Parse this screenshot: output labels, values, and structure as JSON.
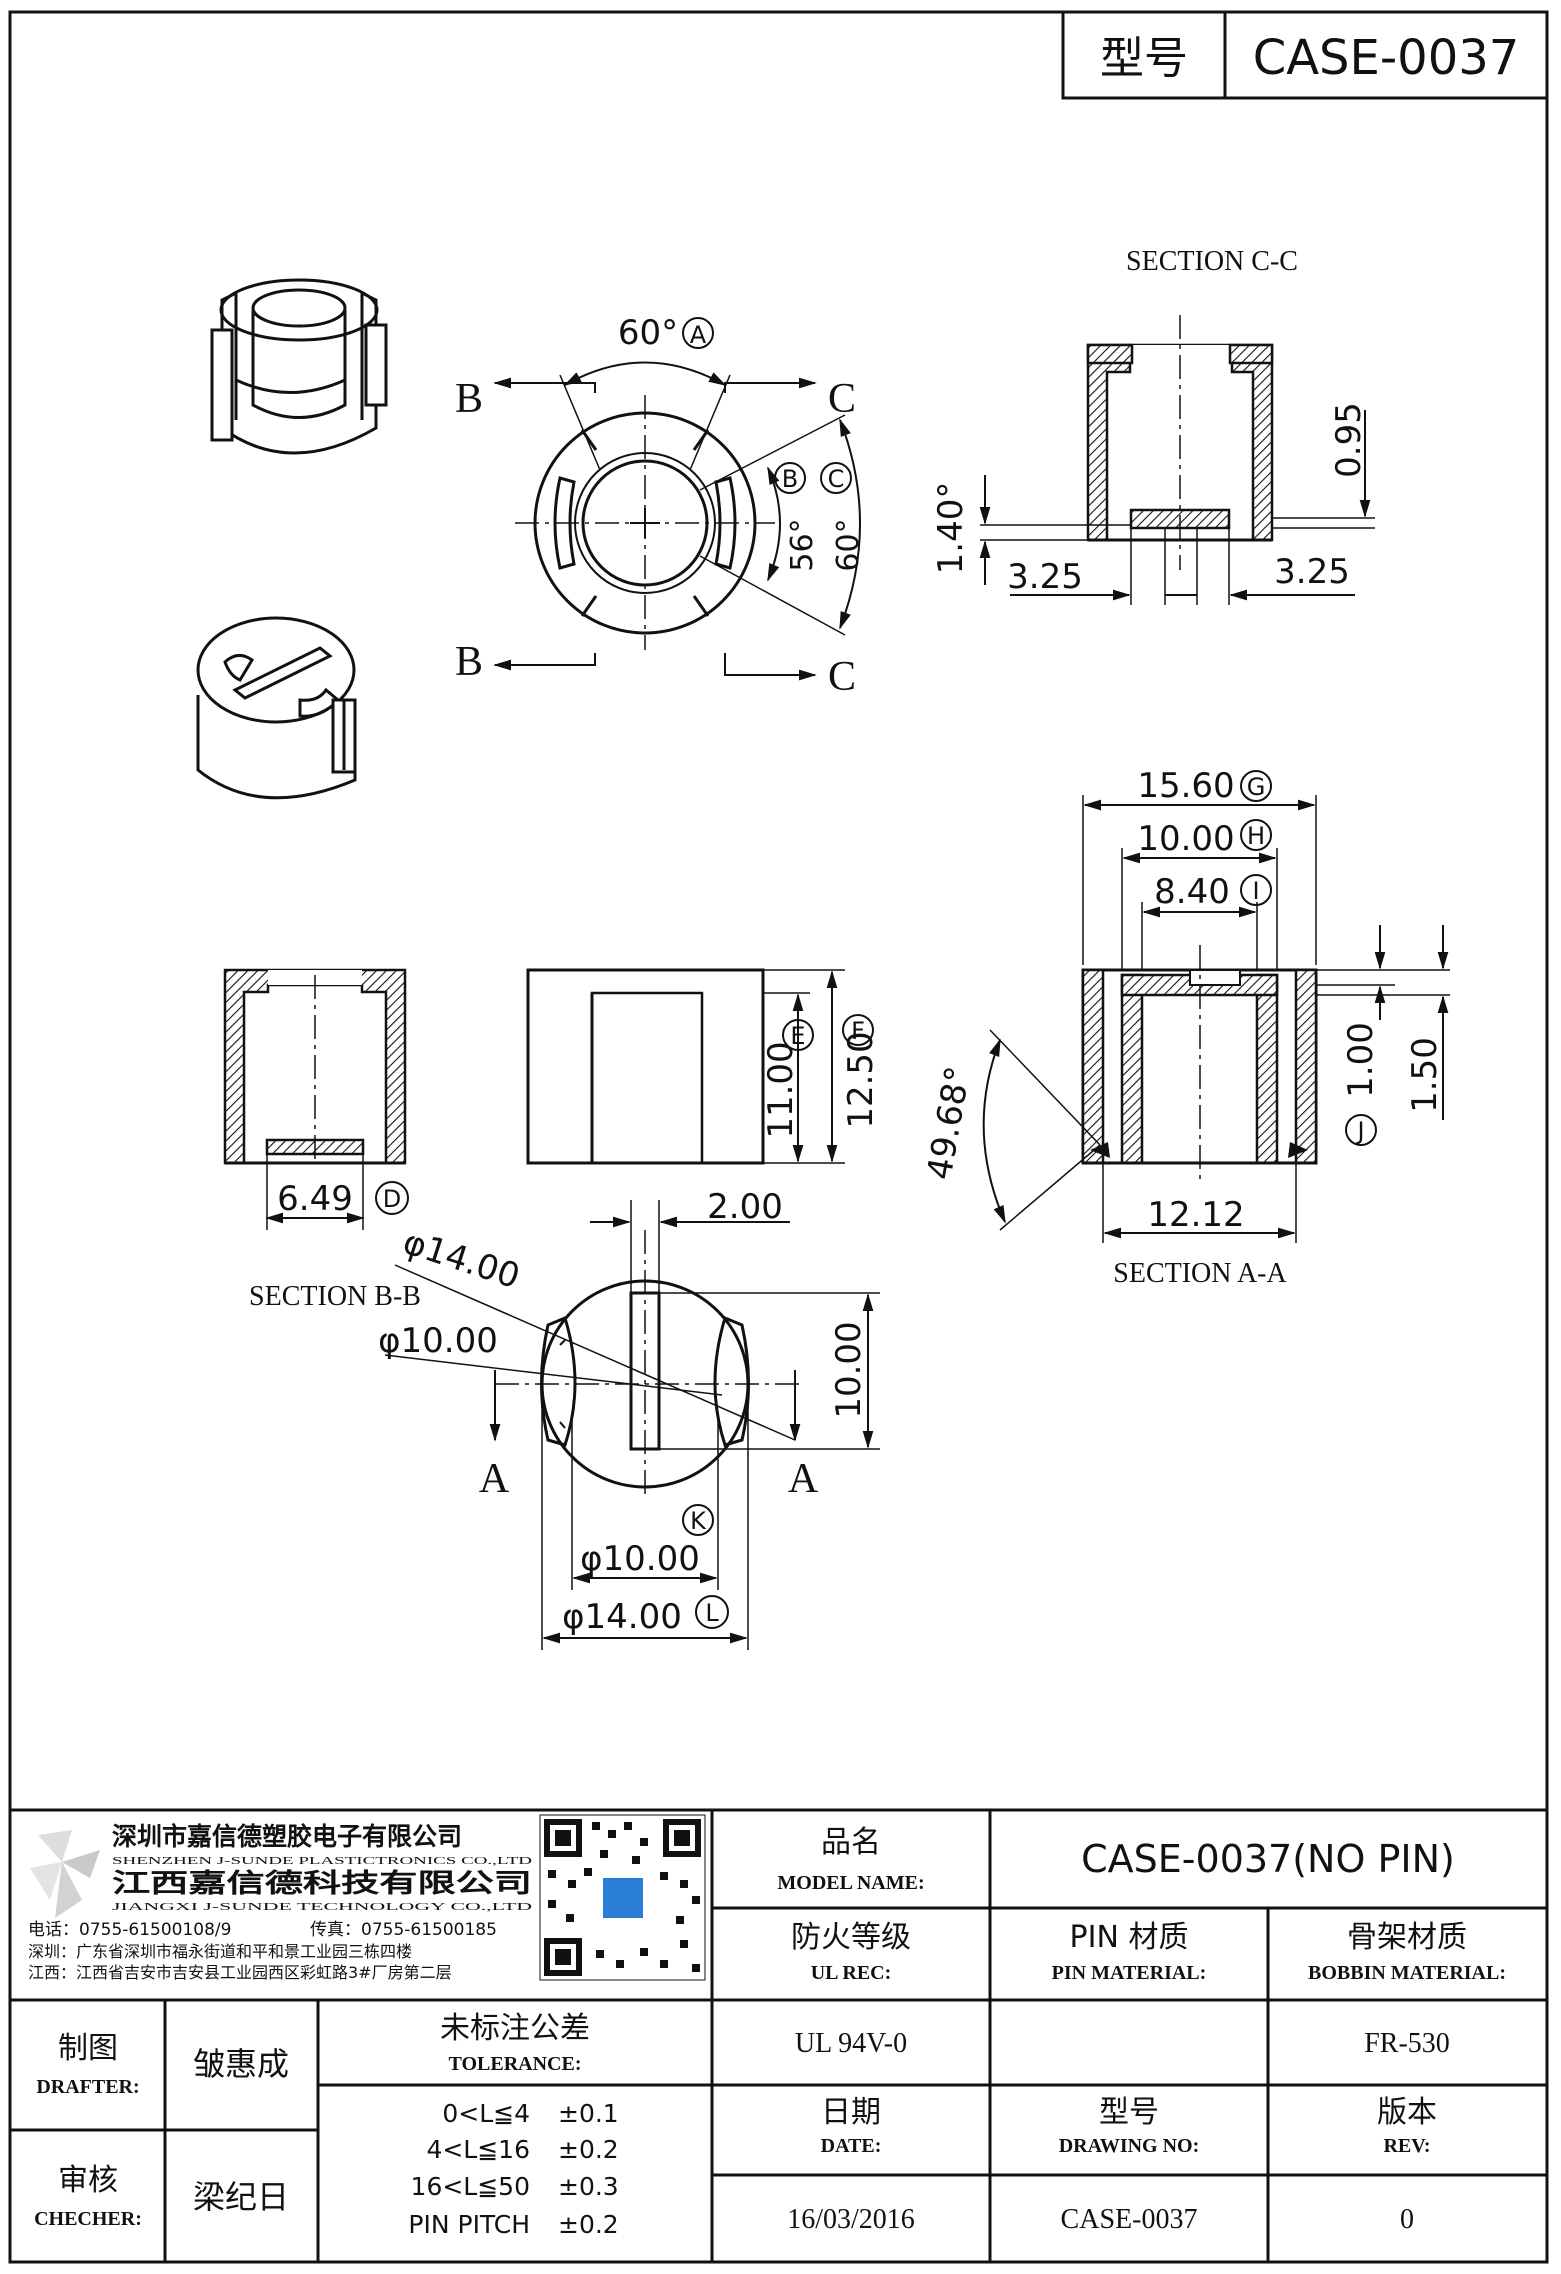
{
  "header": {
    "model_label": "型号",
    "model_value": "CASE-0037"
  },
  "views": {
    "section_cc": "SECTION C-C",
    "section_aa": "SECTION A-A",
    "section_bb": "SECTION B-B",
    "cut_b": "B",
    "cut_c": "C",
    "cut_a": "A"
  },
  "dimensions": {
    "top_angle": "60°",
    "angle_56": "56°",
    "angle_60": "60°",
    "cc_140": "1.40°",
    "cc_095": "0.95",
    "cc_325_left": "3.25",
    "cc_325_right": "3.25",
    "d_649": "6.49",
    "d_1100": "11.00",
    "d_1250": "12.50",
    "aa_1560": "15.60",
    "aa_1000": "10.00",
    "aa_840": "8.40",
    "aa_4968": "49.68°",
    "aa_1212": "12.12",
    "aa_100": "1.00",
    "aa_150": "1.50",
    "bb_200": "2.00",
    "bb_phi14": "φ14.00",
    "bb_phi10": "φ10.00",
    "bb_1000": "10.00",
    "bb_phi10_bottom": "φ10.00",
    "bb_phi14_bottom": "φ14.00"
  },
  "markers": {
    "A": "A",
    "B": "B",
    "C": "C",
    "D": "D",
    "E": "E",
    "F": "F",
    "G": "G",
    "H": "H",
    "I": "I",
    "J": "J",
    "K": "K",
    "L": "L"
  },
  "title_block": {
    "company_cn": "深圳市嘉信德塑胶电子有限公司",
    "company_en": "SHENZHEN J-SUNDE PLASTICTRONICS CO.,LTD",
    "company2_cn": "江西嘉信德科技有限公司",
    "company2_en": "JIANGXI J-SUNDE TECHNOLOGY CO.,LTD",
    "phone": "电话：0755-61500108/9",
    "fax": "传真：0755-61500185",
    "addr_sz": "深圳：广东省深圳市福永街道和平和景工业园三栋四楼",
    "addr_jx": "江西：江西省吉安市吉安县工业园西区彩虹路3#厂房第二层",
    "model_name_cn": "品名",
    "model_name_en": "MODEL NAME:",
    "model_name_value": "CASE-0037(NO PIN)",
    "ul_cn": "防火等级",
    "ul_en": "UL REC:",
    "pin_cn": "PIN 材质",
    "pin_en": "PIN MATERIAL:",
    "bobbin_cn": "骨架材质",
    "bobbin_en": "BOBBIN MATERIAL:",
    "ul_value": "UL 94V-0",
    "pin_value": "",
    "bobbin_value": "FR-530",
    "drafter_cn": "制图",
    "drafter_en": "DRAFTER:",
    "drafter_name": "皱惠成",
    "checker_cn": "审核",
    "checker_en": "CHECHER:",
    "checker_name": "梁纪日",
    "tolerance_cn": "未标注公差",
    "tolerance_en": "TOLERANCE:",
    "tolerances": [
      {
        "range": "0<L≦4",
        "value": "±0.1"
      },
      {
        "range": "4<L≦16",
        "value": "±0.2"
      },
      {
        "range": "16<L≦50",
        "value": "±0.3"
      },
      {
        "range": "PIN PITCH",
        "value": "±0.2"
      }
    ],
    "date_cn": "日期",
    "date_en": "DATE:",
    "date_value": "16/03/2016",
    "drawing_cn": "型号",
    "drawing_en": "DRAWING NO:",
    "drawing_value": "CASE-0037",
    "rev_cn": "版本",
    "rev_en": "REV:",
    "rev_value": "0"
  }
}
